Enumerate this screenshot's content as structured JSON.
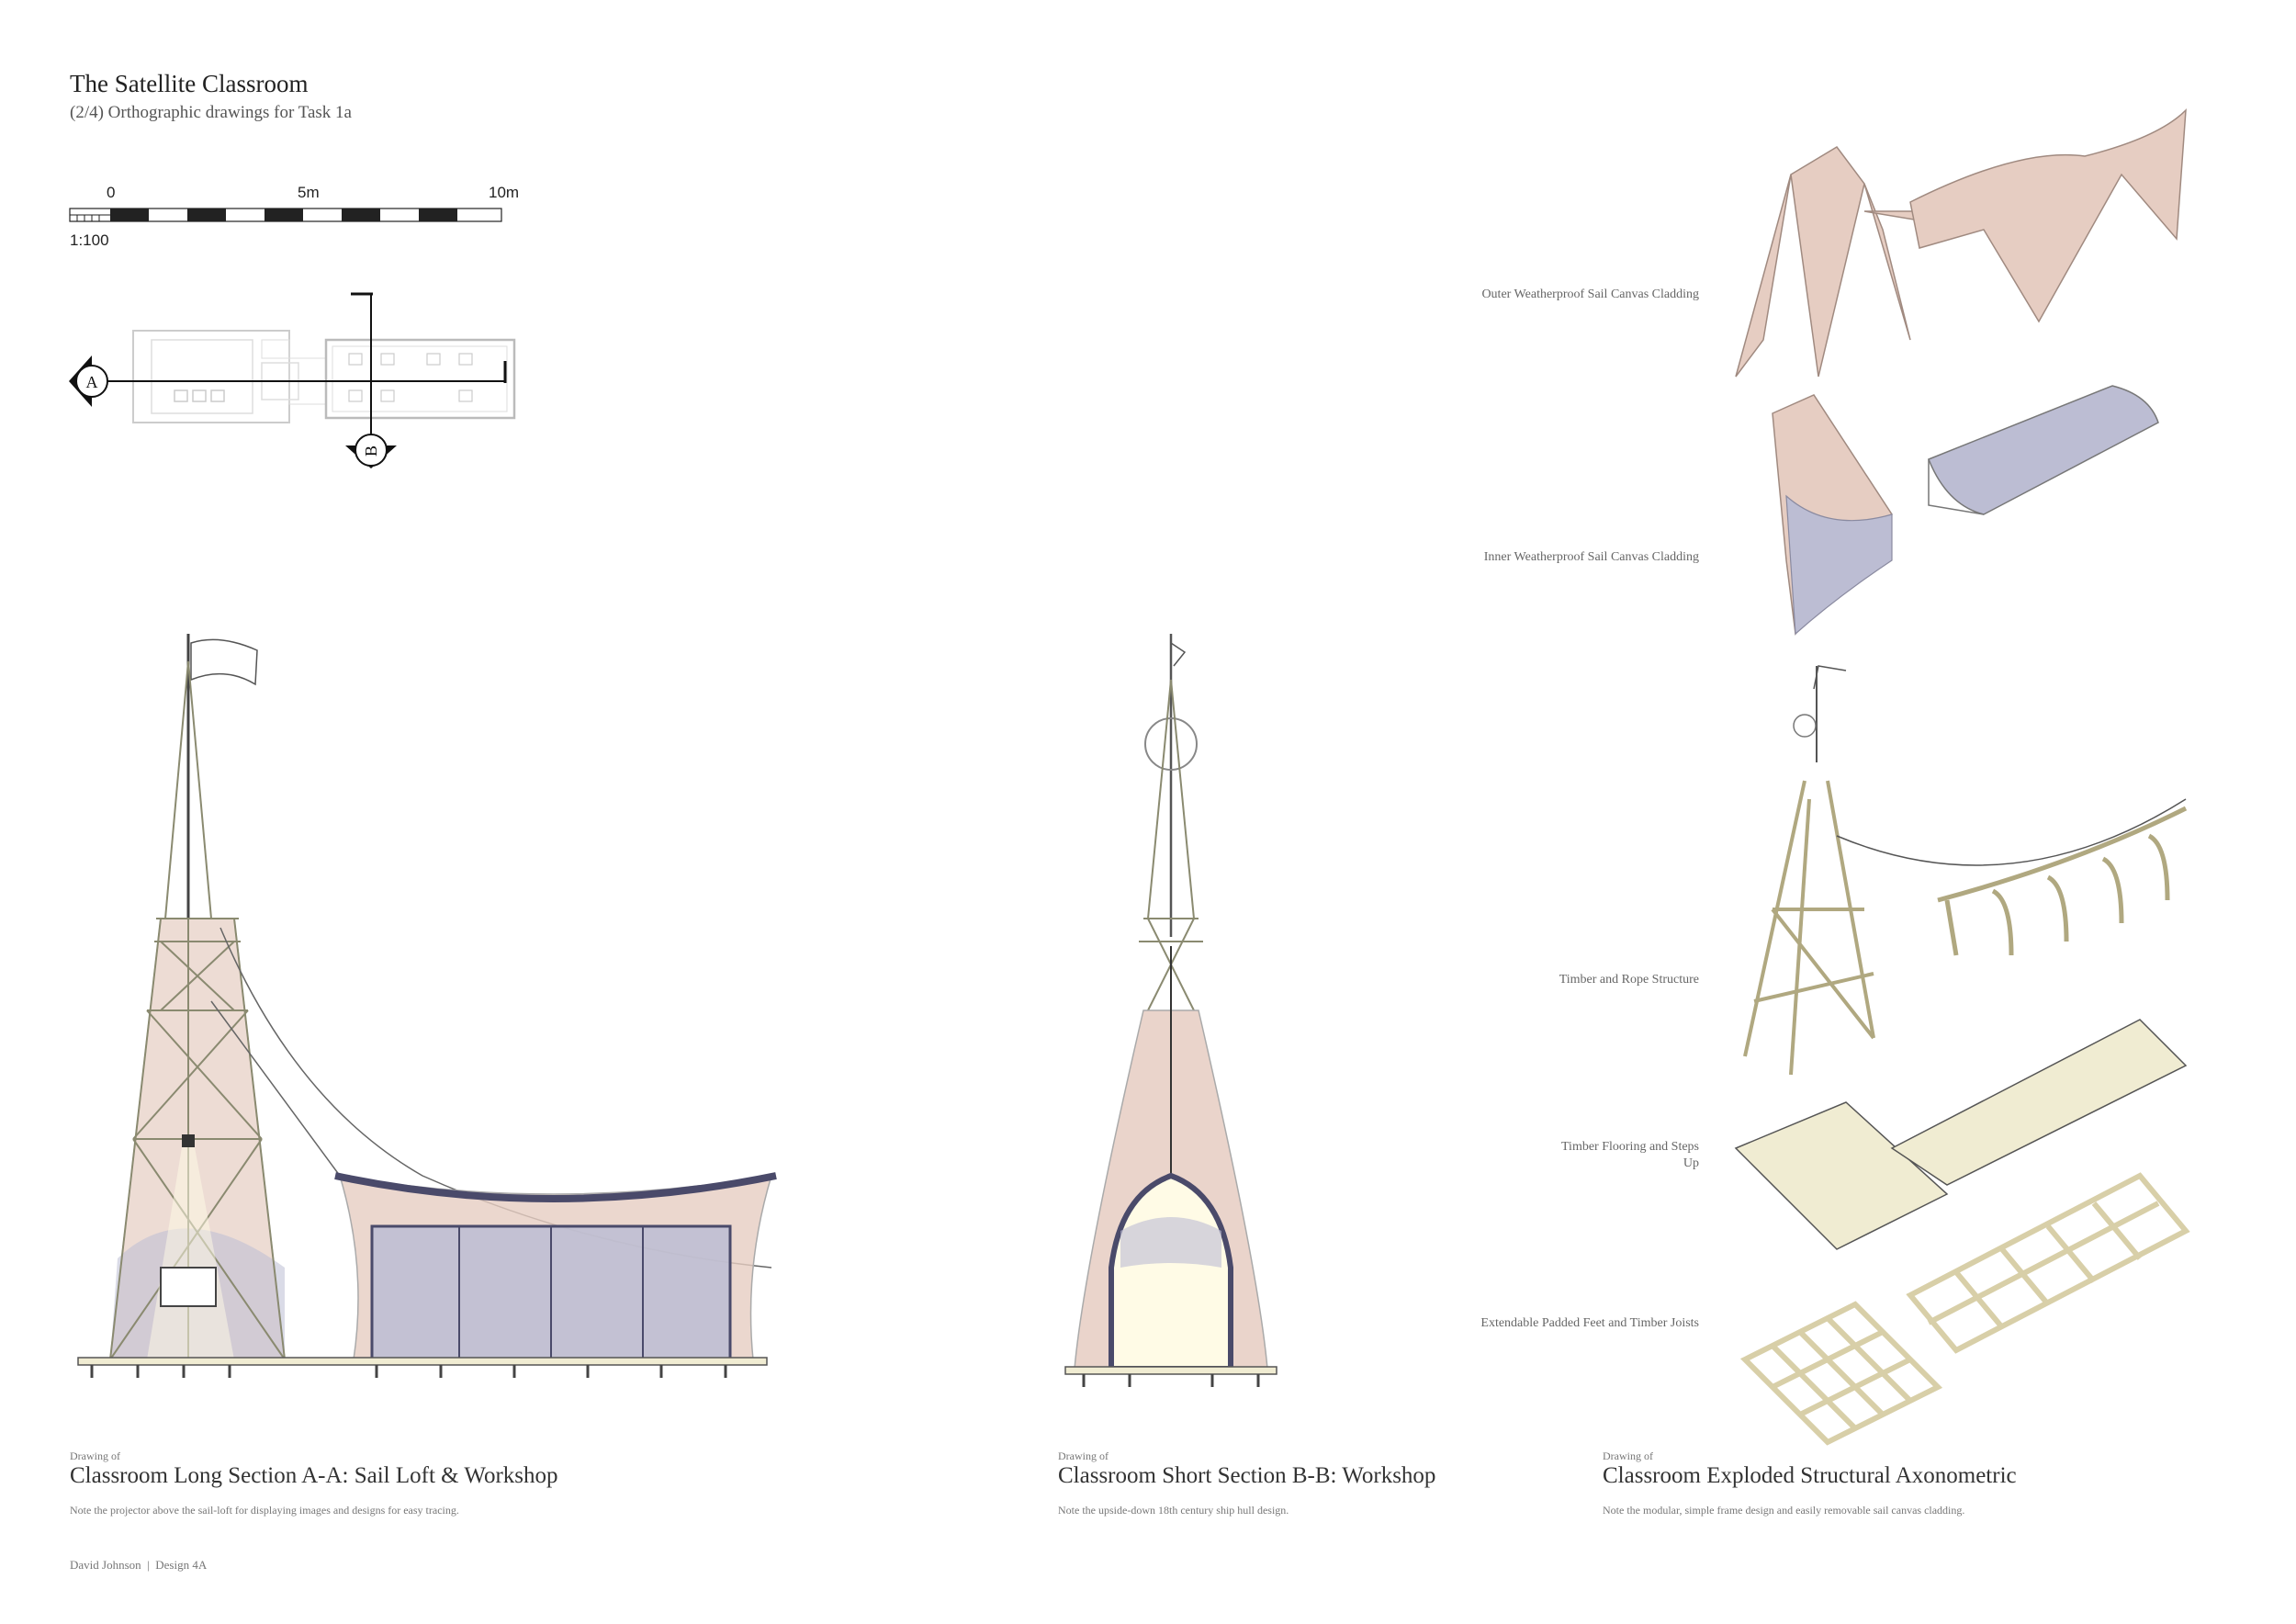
{
  "header": {
    "title": "The Satellite Classroom",
    "subtitle": "(2/4) Orthographic drawings for Task 1a"
  },
  "scale_bar": {
    "ticks": [
      "0",
      "5m",
      "10m"
    ],
    "ratio": "1:100"
  },
  "key_plan": {
    "section_a": "A",
    "section_b": "B"
  },
  "drawings": [
    {
      "kicker": "Drawing of",
      "title": "Classroom Long Section A-A: Sail Loft & Workshop",
      "note": "Note the projector above the sail-loft for displaying images and designs for easy tracing."
    },
    {
      "kicker": "Drawing of",
      "title": "Classroom Short Section B-B: Workshop",
      "note": "Note the upside-down 18th century ship hull design."
    },
    {
      "kicker": "Drawing of",
      "title": "Classroom Exploded Structural Axonometric",
      "note": "Note the modular, simple frame design and easily removable sail canvas cladding."
    }
  ],
  "axonometric_layers": [
    "Outer Weatherproof Sail Canvas Cladding",
    "Inner Weatherproof Sail Canvas Cladding",
    "Timber and Rope Structure",
    "Timber Flooring and Steps Up",
    "Extendable Padded Feet and Timber Joists"
  ],
  "footer": {
    "author": "David Johnson",
    "course": "Design 4A"
  },
  "colors": {
    "canvas_outer": "#e6cdc2",
    "canvas_inner": "#bcbdd3",
    "timber": "#f0ecd2",
    "frame": "#4a4a6a",
    "line": "#333333"
  }
}
